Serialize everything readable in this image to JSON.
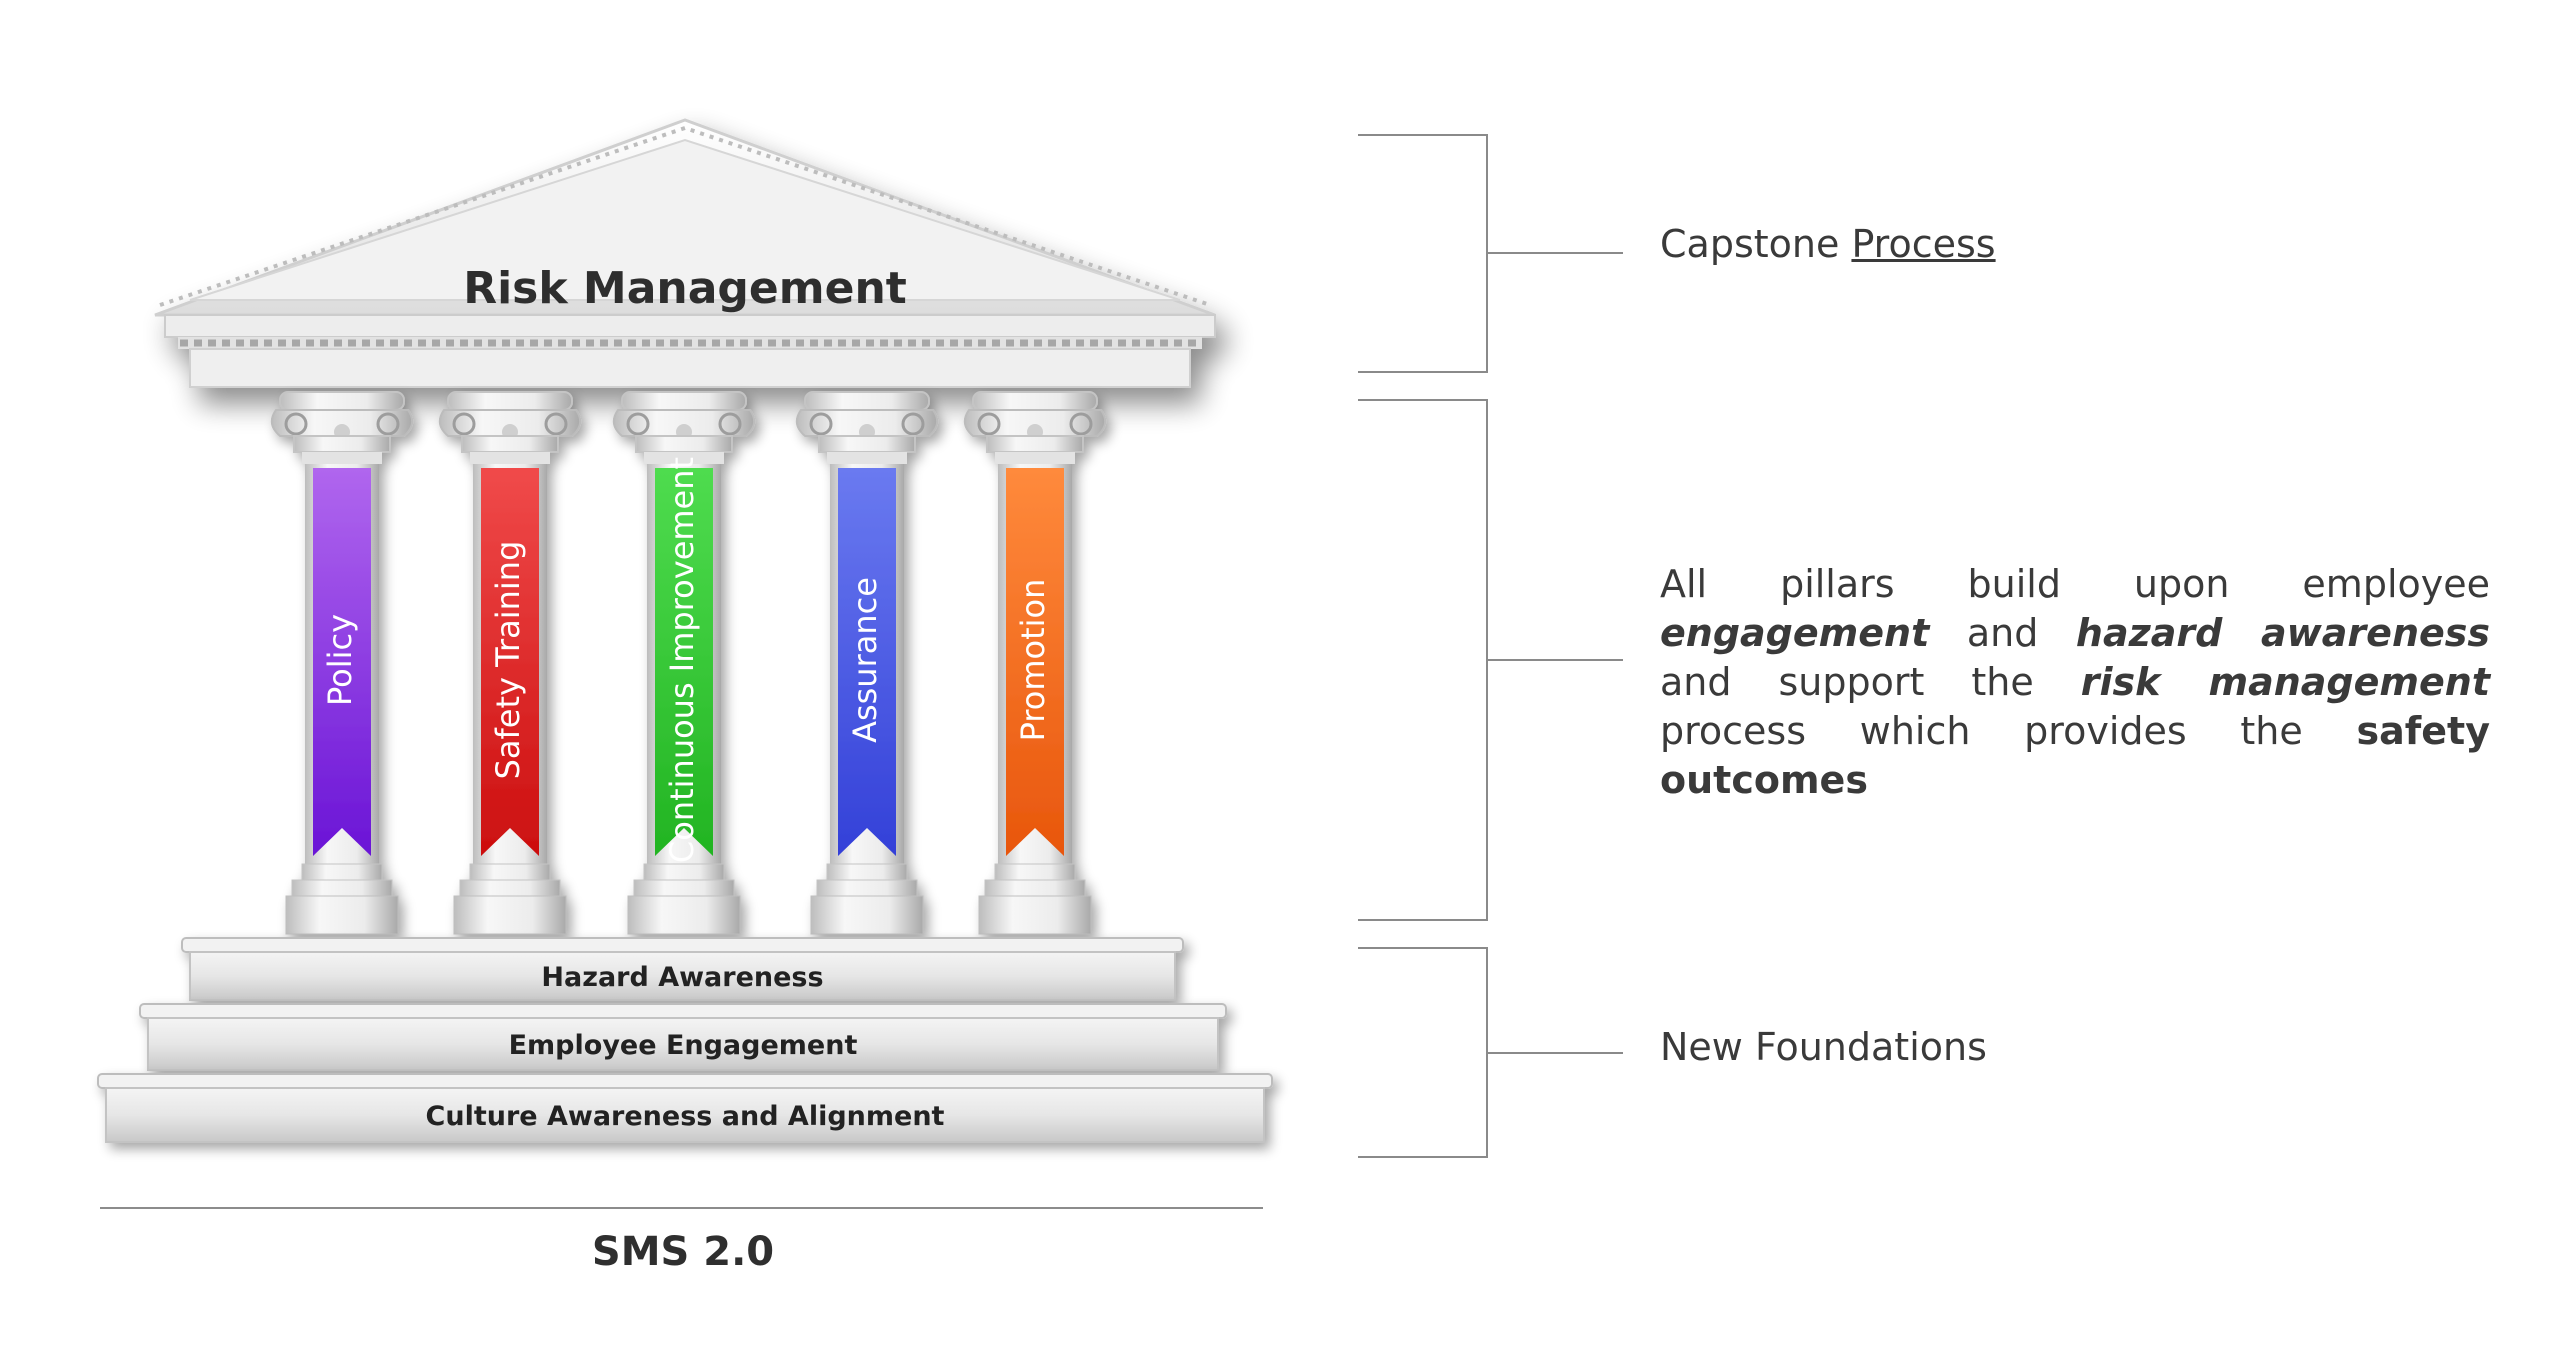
{
  "diagram": {
    "roof_title": "Risk Management",
    "base_title": "SMS 2.0",
    "pillars": [
      {
        "label": "Policy",
        "color_top": "#b066ee",
        "color_bottom": "#6a14d6"
      },
      {
        "label": "Safety Training",
        "color_top": "#f04a4a",
        "color_bottom": "#cc0f0f"
      },
      {
        "label": "Continuous Improvement",
        "color_top": "#4fdc4f",
        "color_bottom": "#22b422"
      },
      {
        "label": "Assurance",
        "color_top": "#6a7af0",
        "color_bottom": "#3340d8"
      },
      {
        "label": "Promotion",
        "color_top": "#ff8a3c",
        "color_bottom": "#e8560c"
      }
    ],
    "steps": [
      {
        "label": "Hazard Awareness"
      },
      {
        "label": "Employee Engagement"
      },
      {
        "label": "Culture Awareness and Alignment"
      }
    ]
  },
  "annotations": {
    "capstone": {
      "plain": "Capstone ",
      "underlined": "Process"
    },
    "pillars_text": {
      "t1": "All pillars build upon employee ",
      "t2": "engagement",
      "t3": " and ",
      "t4": "hazard awareness",
      "t5": " and support the ",
      "t6": "risk management",
      "t7": " process which provides the ",
      "t8": "safety outcomes"
    },
    "foundations": "New Foundations"
  }
}
